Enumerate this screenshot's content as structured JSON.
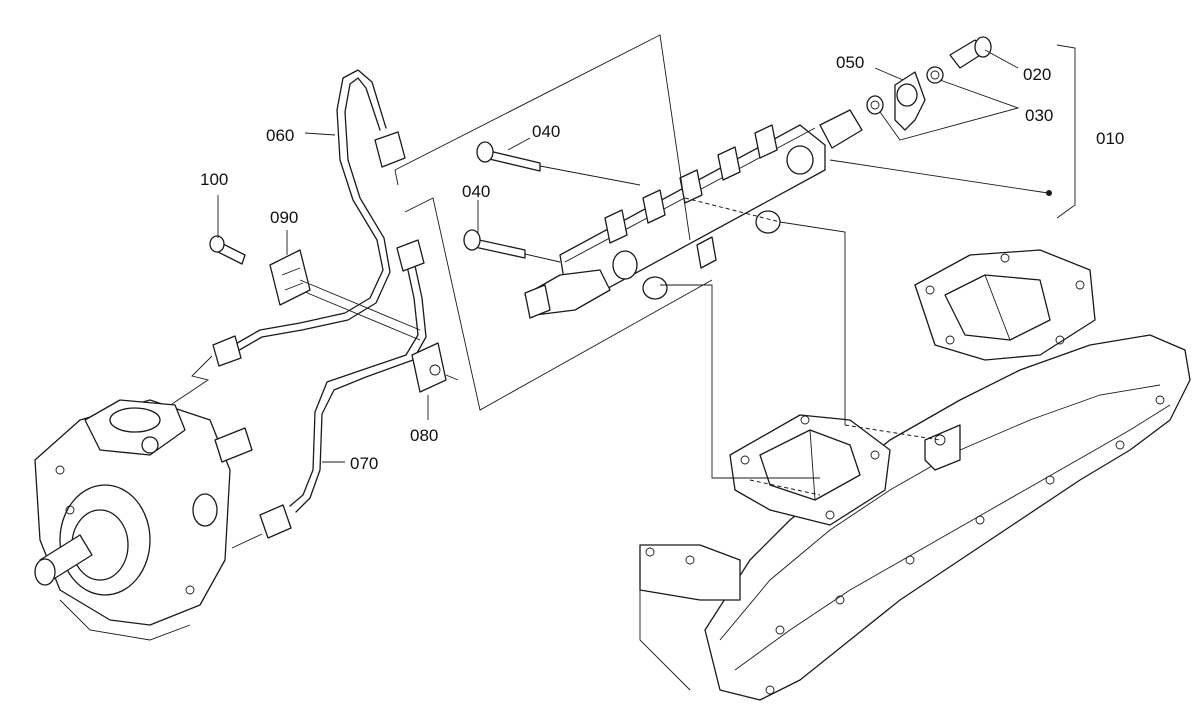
{
  "diagram": {
    "callouts": [
      {
        "id": "c010",
        "label": "010"
      },
      {
        "id": "c020",
        "label": "020"
      },
      {
        "id": "c030",
        "label": "030"
      },
      {
        "id": "c040a",
        "label": "040"
      },
      {
        "id": "c040b",
        "label": "040"
      },
      {
        "id": "c050",
        "label": "050"
      },
      {
        "id": "c060",
        "label": "060"
      },
      {
        "id": "c070",
        "label": "070"
      },
      {
        "id": "c080",
        "label": "080"
      },
      {
        "id": "c090",
        "label": "090"
      },
      {
        "id": "c100",
        "label": "100"
      }
    ]
  }
}
